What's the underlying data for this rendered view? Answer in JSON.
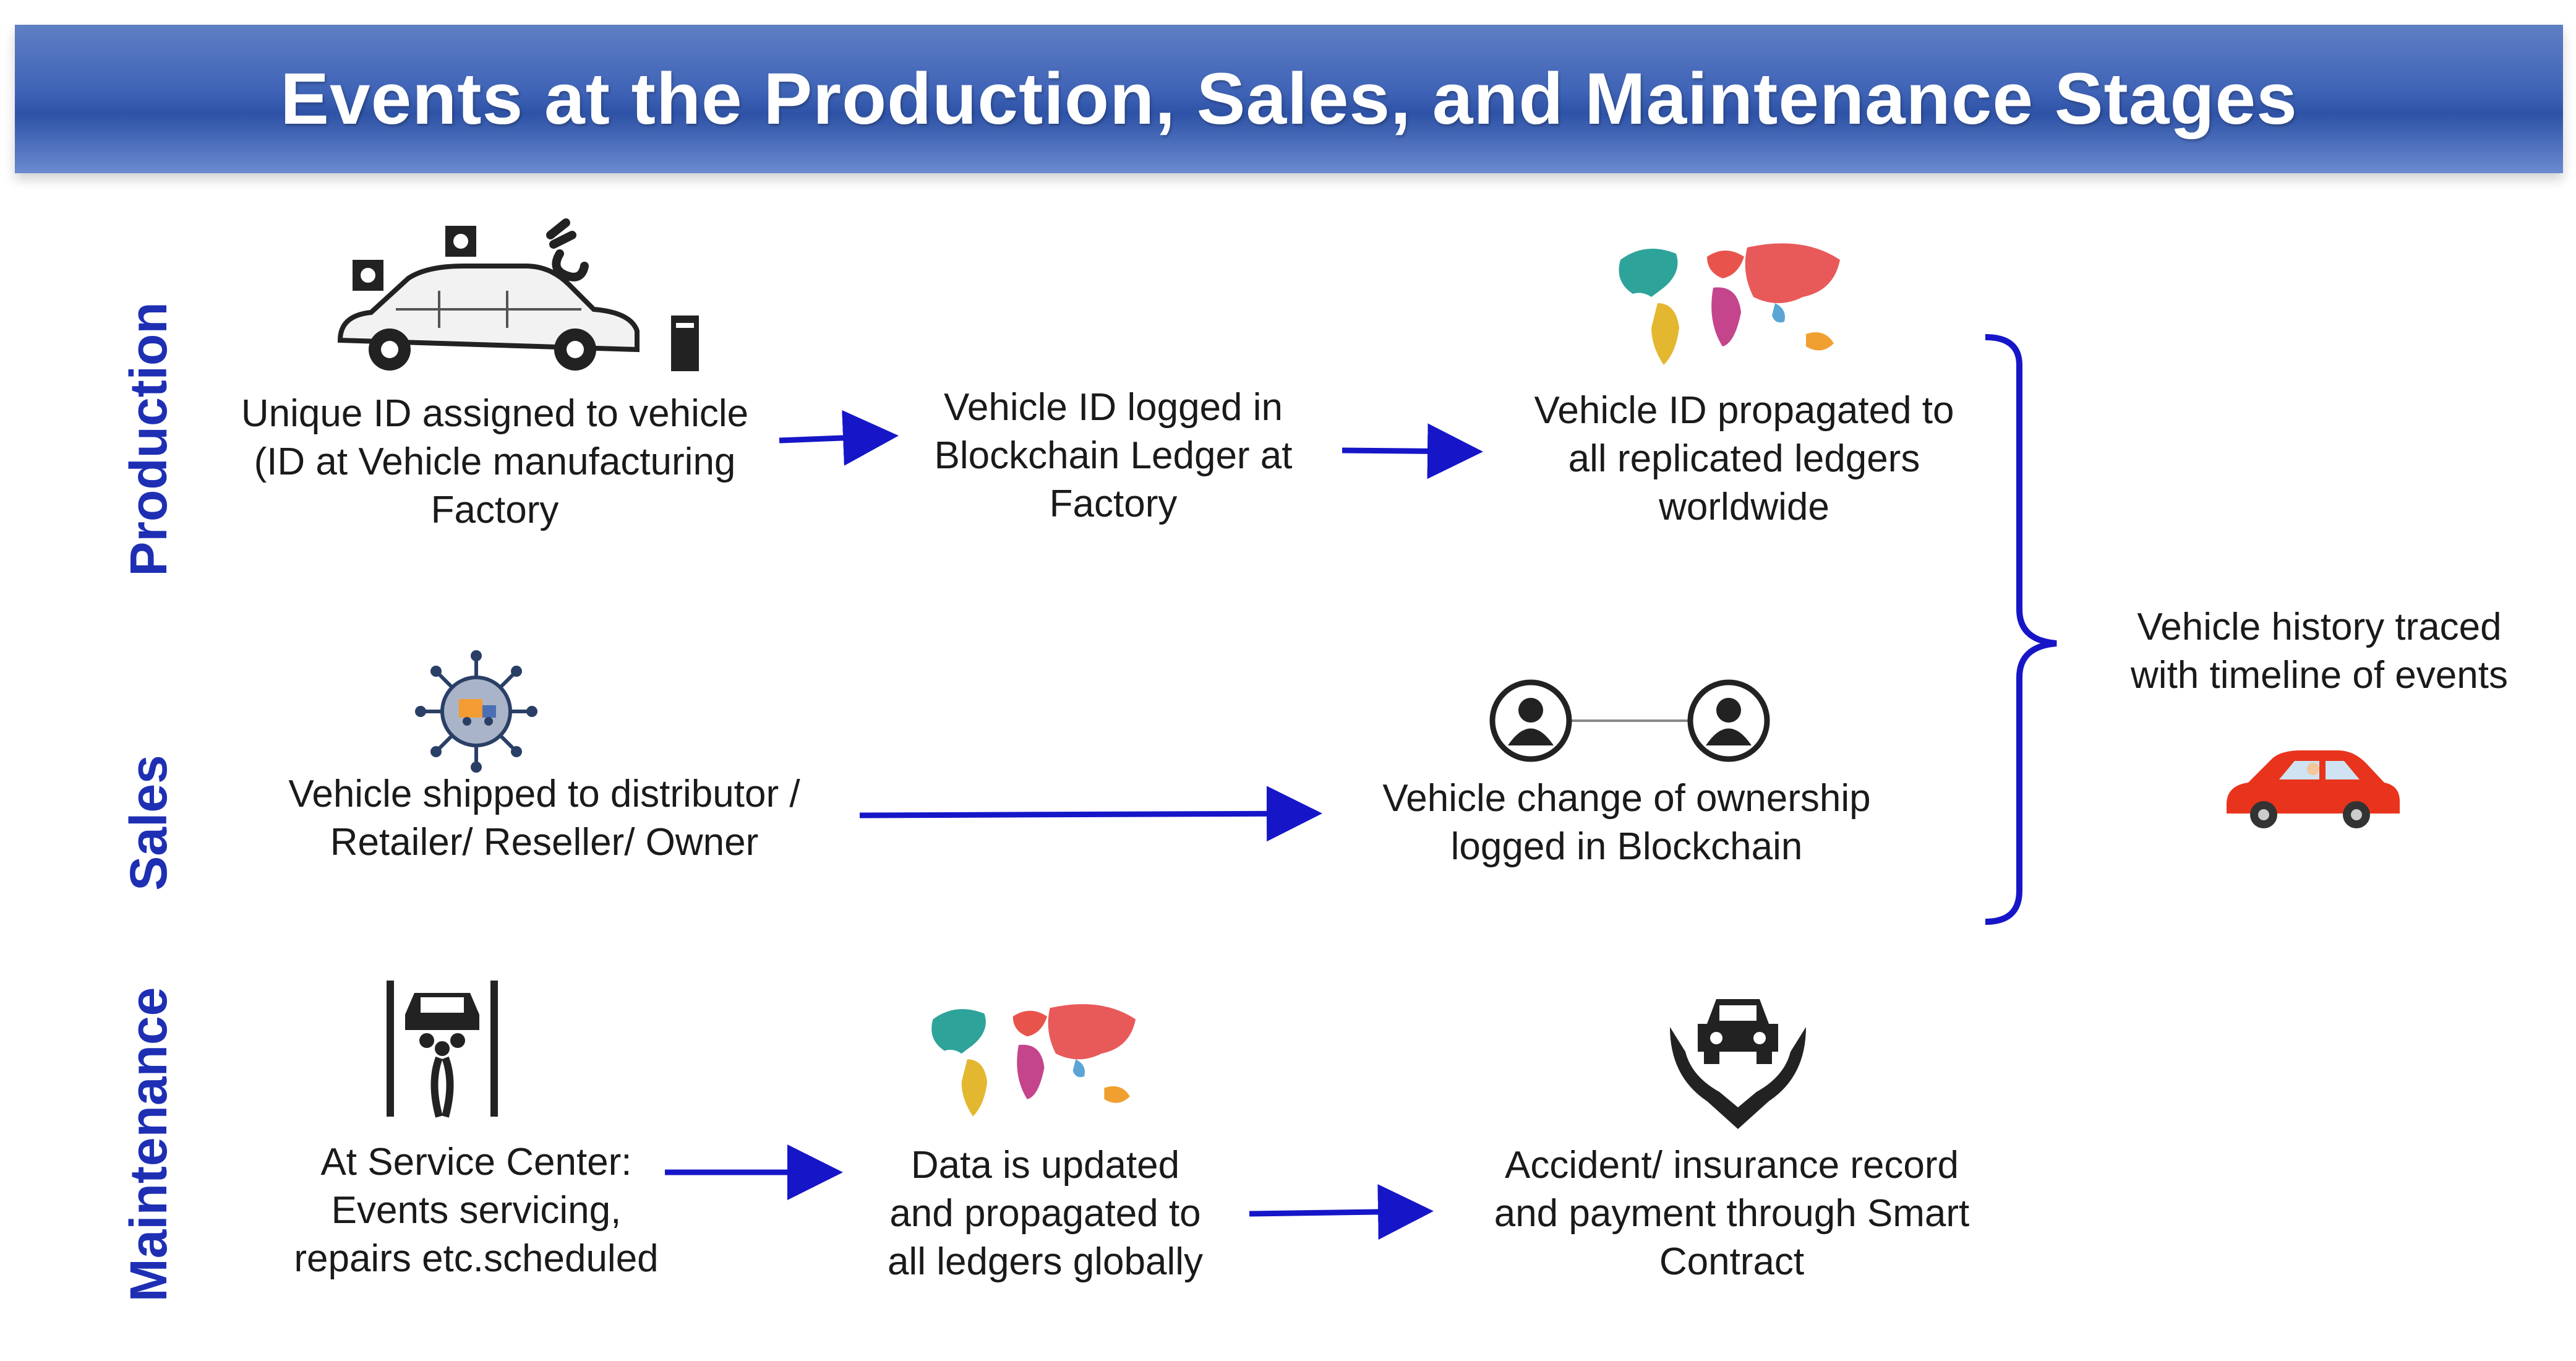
{
  "header": {
    "title": "Events at the Production, Sales, and Maintenance Stages"
  },
  "stages": {
    "production": "Production",
    "sales": "Sales",
    "maintenance": "Maintenance"
  },
  "nodes": {
    "prod_1": "Unique ID assigned to vehicle\n(ID at Vehicle manufacturing\nFactory",
    "prod_2": "Vehicle ID logged in\nBlockchain Ledger at\nFactory",
    "prod_3": "Vehicle ID propagated to\nall replicated ledgers\nworldwide",
    "sales_1": "Vehicle shipped to distributor /\nRetailer/ Reseller/ Owner",
    "sales_2": "Vehicle change of ownership\nlogged in Blockchain",
    "maint_1": "At Service Center:\nEvents servicing,\nrepairs etc.scheduled",
    "maint_2": "Data is updated\nand propagated to\nall ledgers globally",
    "maint_3": "Accident/ insurance record\nand payment through Smart\nContract",
    "outcome": "Vehicle history traced\nwith timeline of events"
  },
  "icons": [
    "factory-car-icon",
    "world-map-icon",
    "shipping-network-icon",
    "ownership-users-icon",
    "service-lift-icon",
    "world-map-icon",
    "insured-car-hands-icon",
    "red-car-icon"
  ],
  "colors": {
    "banner": "#3f63b6",
    "stage_label": "#1e2fb4",
    "arrow": "#1616c8",
    "car": "#e8341c"
  }
}
